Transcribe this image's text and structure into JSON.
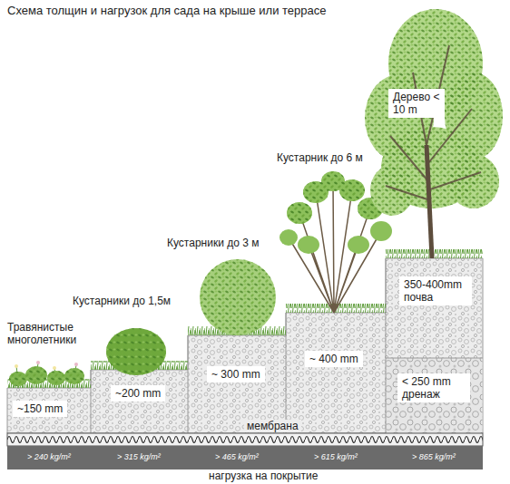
{
  "diagram": {
    "title": "Схема толщин и нагрузок для сада на крыше или террасе",
    "nodes": [
      {
        "text": [
          "~150 mm"
        ]
      },
      {
        "text": [
          "~200 mm"
        ]
      },
      {
        "text": [
          "~ 300 mm"
        ]
      },
      {
        "text": [
          "~ 400 mm"
        ]
      },
      {
        "text": [
          "Дерево < 10 m"
        ]
      },
      {
        "text": [
          "350-400mm почва"
        ]
      },
      {
        "text": [
          "< 250 mm дренаж"
        ]
      }
    ],
    "labels": [
      "Травянистые многолетники",
      "Кустарники до 1,5м",
      "Кустарники до 3 м",
      "Кустарник до 6 м",
      "мембрана",
      "> 240 kg/m²",
      "> 315 kg/m²",
      "> 465 kg/m²",
      "> 615 kg/m²",
      "> 865 kg/m²",
      "нагрузка на покрытие"
    ]
  }
}
